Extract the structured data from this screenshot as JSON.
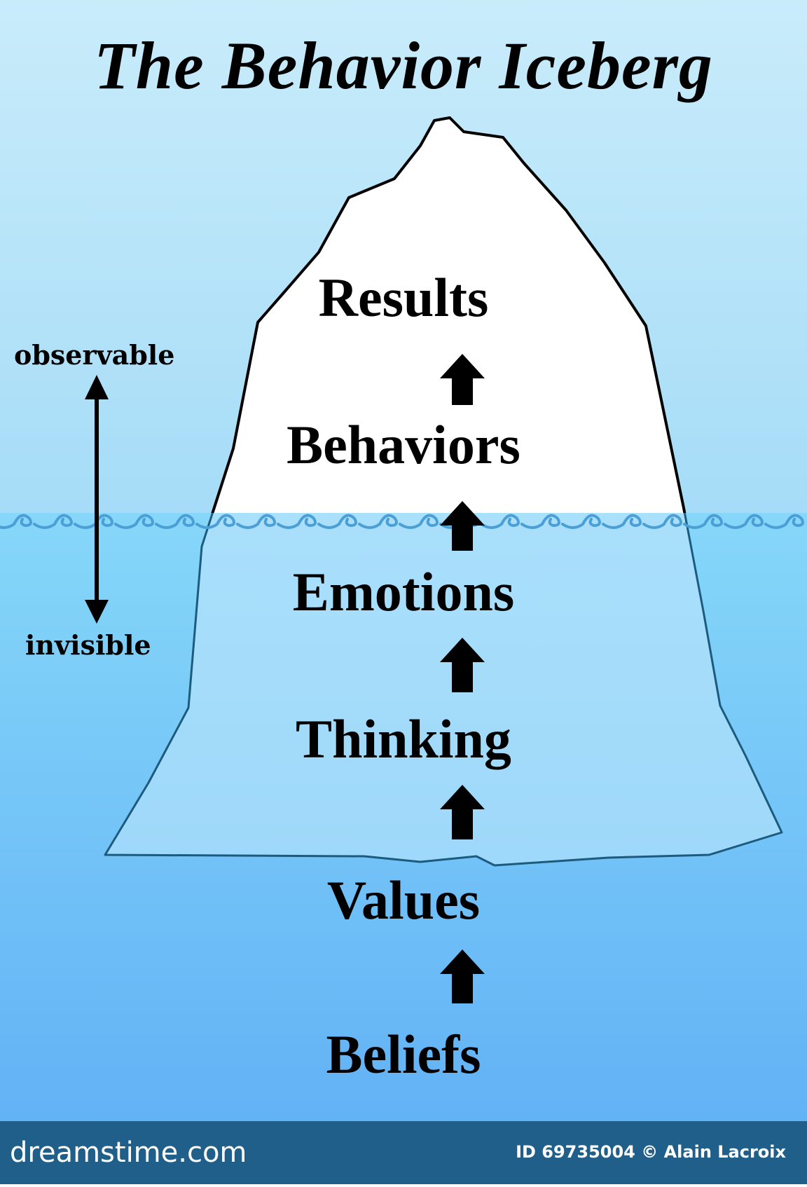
{
  "title": "The Behavior Iceberg",
  "layers": [
    "Results",
    "Behaviors",
    "Emotions",
    "Thinking",
    "Values",
    "Beliefs"
  ],
  "side_labels": {
    "top": "observable",
    "bottom": "invisible"
  },
  "footer": {
    "brand": "dreamstime.com",
    "id_credit": "ID 69735004 © Alain Lacroix"
  },
  "colors": {
    "sky_top": "#c9ecfb",
    "sky_bottom": "#a5dcf7",
    "water_top": "#86d7f9",
    "water_bottom": "#62b2f6",
    "wave": "#4a9fd6",
    "footer_bg": "#1f5f8a"
  }
}
